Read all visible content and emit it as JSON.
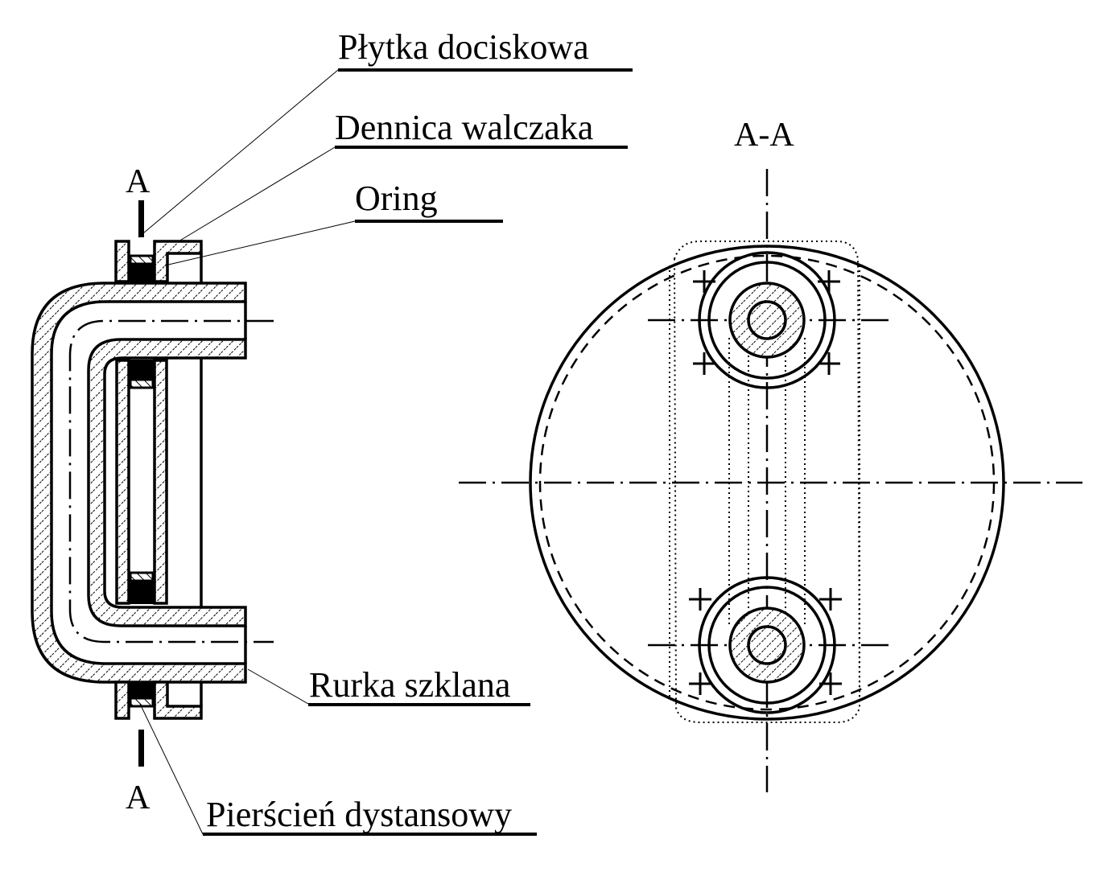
{
  "labels": {
    "plytka": "Płytka dociskowa",
    "dennica": "Dennica walczaka",
    "oring": "Oring",
    "rurka": "Rurka szklana",
    "pierscien": "Pierścień dystansowy"
  },
  "section": {
    "marker_top": "A",
    "marker_bottom": "A",
    "view_title": "A-A"
  },
  "colors": {
    "ink": "#000000",
    "background": "#ffffff"
  }
}
